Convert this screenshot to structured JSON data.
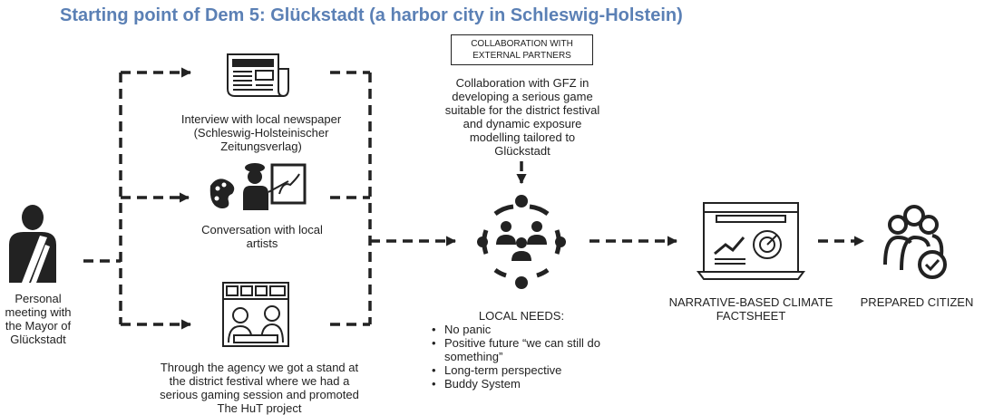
{
  "title": "Starting point of Dem 5: Glückstadt (a harbor city in Schleswig-Holstein)",
  "collaboration": {
    "box_label": "COLLABORATION WITH EXTERNAL PARTNERS",
    "description": "Collaboration with GFZ in developing a serious game suitable for the district festival and dynamic exposure modelling tailored to Glückstadt"
  },
  "start": {
    "icon": "person-icon",
    "label": "Personal meeting with the Mayor of Glückstadt"
  },
  "channels": [
    {
      "icon": "newspaper-icon",
      "label": "Interview with local newspaper (Schleswig-Holsteinischer Zeitungsverlag)"
    },
    {
      "icon": "artist-icon",
      "label": "Conversation with local artists"
    },
    {
      "icon": "festival-stand-icon",
      "label": "Through the agency we got a stand at the district festival where we had a serious gaming session and promoted The HuT project"
    }
  ],
  "local_needs": {
    "icon": "community-network-icon",
    "heading": "LOCAL NEEDS:",
    "items": [
      "No panic",
      "Positive future “we can still do something”",
      "Long-term perspective",
      "Buddy System"
    ]
  },
  "factsheet": {
    "icon": "factsheet-icon",
    "label": "NARRATIVE-BASED CLIMATE FACTSHEET"
  },
  "outcome": {
    "icon": "citizen-group-icon",
    "label": "PREPARED CITIZEN"
  },
  "colors": {
    "title": "#5b80b5",
    "line": "#222222"
  }
}
